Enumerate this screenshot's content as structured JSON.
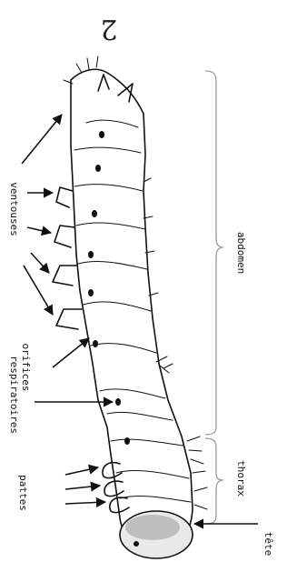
{
  "figure": {
    "number": "2"
  },
  "labels": {
    "ventouses": "ventouses",
    "orifices_line1": "orifices",
    "orifices_line2": "respiratoires",
    "pattes": "pattes",
    "abdomen": "abdomen",
    "thorax": "thorax",
    "tete": "tête"
  }
}
